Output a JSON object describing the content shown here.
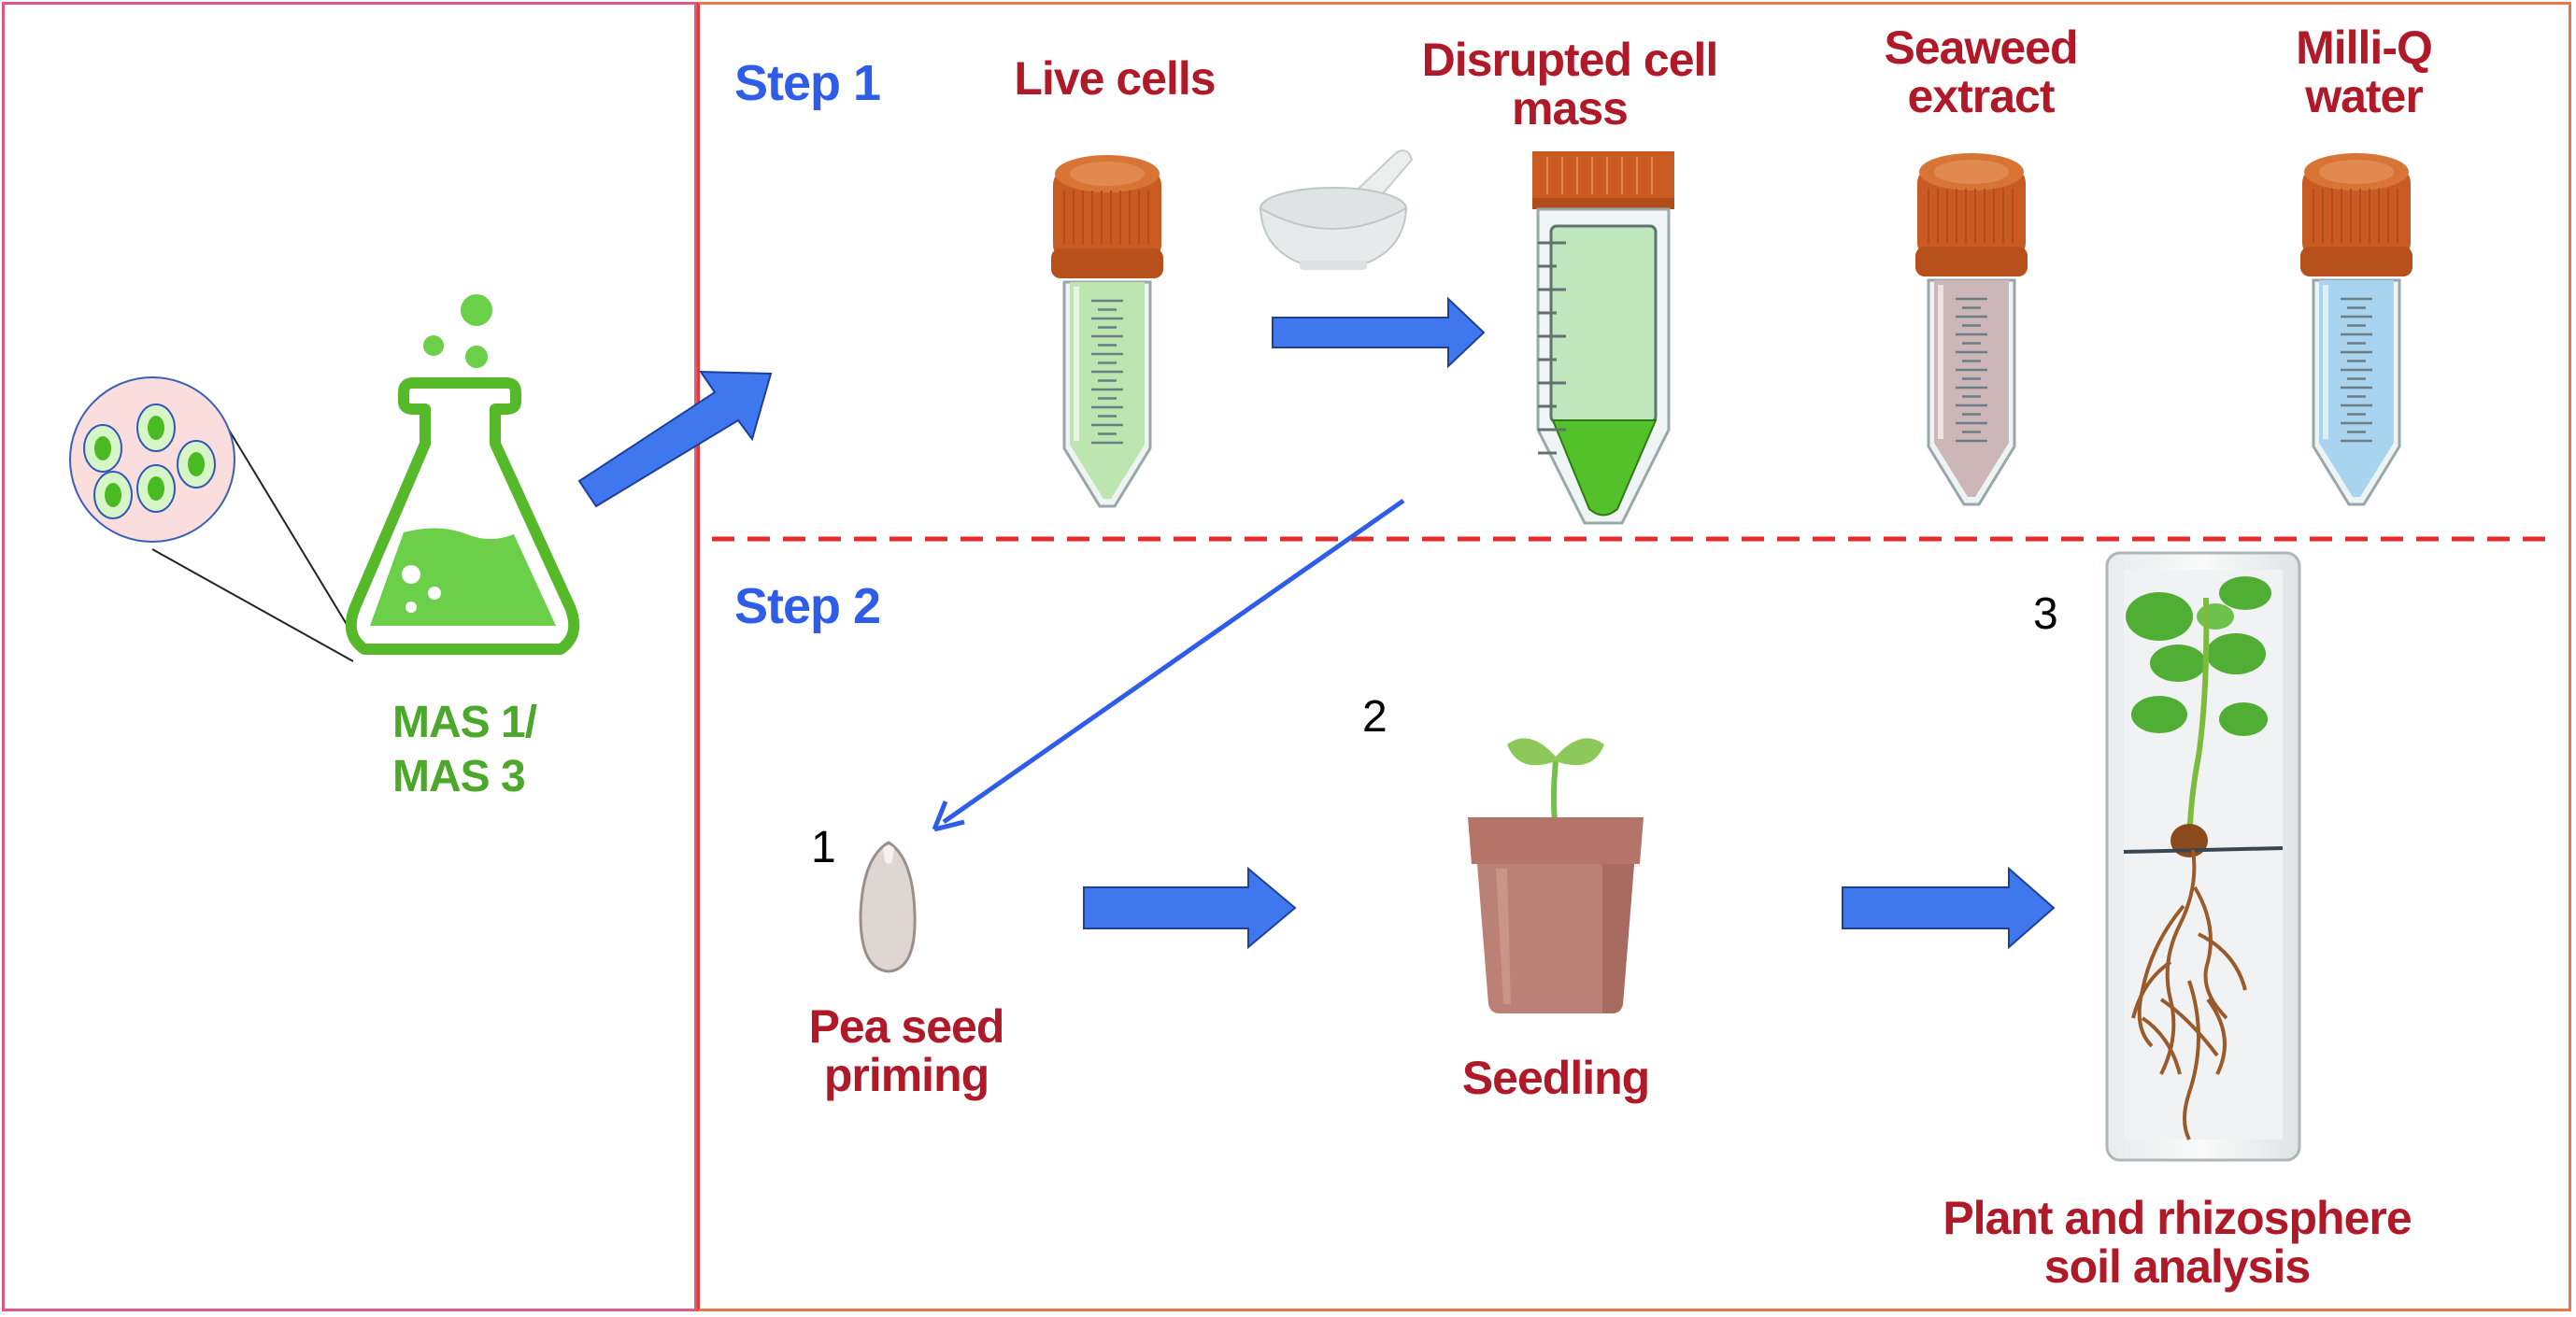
{
  "left_panel": {
    "organism_label_line1": "MAS 1/",
    "organism_label_line2": "MAS 3",
    "icons": [
      "cell-magnification-icon",
      "flask-icon"
    ]
  },
  "step1": {
    "title": "Step 1",
    "items": [
      {
        "label_line1": "Live cells",
        "label_line2": "",
        "icon": "falcon-tube-icon",
        "liquid_color": "#bde5b0"
      },
      {
        "label_line1": "Disrupted cell",
        "label_line2": "mass",
        "icon": "falcon-tube-icon",
        "liquid_color": "#53c22a"
      },
      {
        "label_line1": "Seaweed",
        "label_line2": "extract",
        "icon": "falcon-tube-icon",
        "liquid_color": "#cdb6b7"
      },
      {
        "label_line1": "Milli-Q",
        "label_line2": "water",
        "icon": "falcon-tube-icon",
        "liquid_color": "#a8d4ef"
      }
    ],
    "process_icon": "mortar-pestle-icon"
  },
  "step2": {
    "title": "Step 2",
    "stages": [
      {
        "number": "1",
        "label_line1": "Pea seed",
        "label_line2": "priming",
        "icon": "seed-icon"
      },
      {
        "number": "2",
        "label_line1": "Seedling",
        "label_line2": "",
        "icon": "potted-seedling-icon"
      },
      {
        "number": "3",
        "label_line1": "Plant and rhizosphere",
        "label_line2": "soil analysis",
        "icon": "pea-plant-photo"
      }
    ]
  },
  "colors": {
    "arrow": "#3f78ee",
    "step_title": "#2f5de8",
    "label": "#b01a28",
    "organism": "#4ca82a",
    "divider": "#e52b2b",
    "cap": "#c95a22"
  }
}
